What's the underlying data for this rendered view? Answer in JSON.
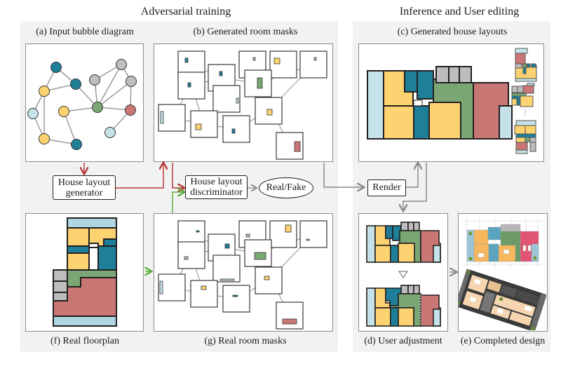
{
  "sections": {
    "training_title": "Adversarial training",
    "inference_title": "Inference and User editing"
  },
  "panels": {
    "a": "(a) Input bubble diagram",
    "b": "(b) Generated room masks",
    "c": "(c) Generated house layouts",
    "d": "(d) User adjustment",
    "e": "(e) Completed design",
    "f": "(f) Real floorplan",
    "g": "(g) Real room masks"
  },
  "nodes": {
    "generator_line1": "House layout",
    "generator_line2": "generator",
    "discriminator_line1": "House layout",
    "discriminator_line2": "discriminator",
    "real_fake": "Real/Fake",
    "render": "Render"
  },
  "colors": {
    "living": "#7ba775",
    "bedroom": "#fdd270",
    "bathroom": "#1f7f99",
    "kitchen": "#c97775",
    "balcony": "#c4e2e8",
    "storage": "#bdbdbd",
    "generator_arrow": "#b93a3a",
    "real_arrow": "#5cb040",
    "flow_arrow": "#8a8a8a",
    "panel_bg": "#f2f2f2"
  },
  "bubble_graph": {
    "nodes": [
      {
        "id": 0,
        "type": "bathroom"
      },
      {
        "id": 1,
        "type": "bathroom"
      },
      {
        "id": 2,
        "type": "bedroom"
      },
      {
        "id": 3,
        "type": "balcony"
      },
      {
        "id": 4,
        "type": "bedroom"
      },
      {
        "id": 5,
        "type": "bedroom"
      },
      {
        "id": 6,
        "type": "bathroom"
      },
      {
        "id": 7,
        "type": "storage"
      },
      {
        "id": 8,
        "type": "storage"
      },
      {
        "id": 9,
        "type": "storage"
      },
      {
        "id": 10,
        "type": "living"
      },
      {
        "id": 11,
        "type": "kitchen"
      },
      {
        "id": 12,
        "type": "balcony"
      }
    ],
    "edges": [
      [
        0,
        1
      ],
      [
        0,
        2
      ],
      [
        1,
        2
      ],
      [
        1,
        10
      ],
      [
        2,
        3
      ],
      [
        2,
        5
      ],
      [
        3,
        5
      ],
      [
        4,
        10
      ],
      [
        4,
        6
      ],
      [
        5,
        6
      ],
      [
        7,
        8
      ],
      [
        7,
        10
      ],
      [
        8,
        10
      ],
      [
        8,
        9
      ],
      [
        9,
        10
      ],
      [
        9,
        11
      ],
      [
        10,
        11
      ],
      [
        11,
        12
      ]
    ]
  }
}
